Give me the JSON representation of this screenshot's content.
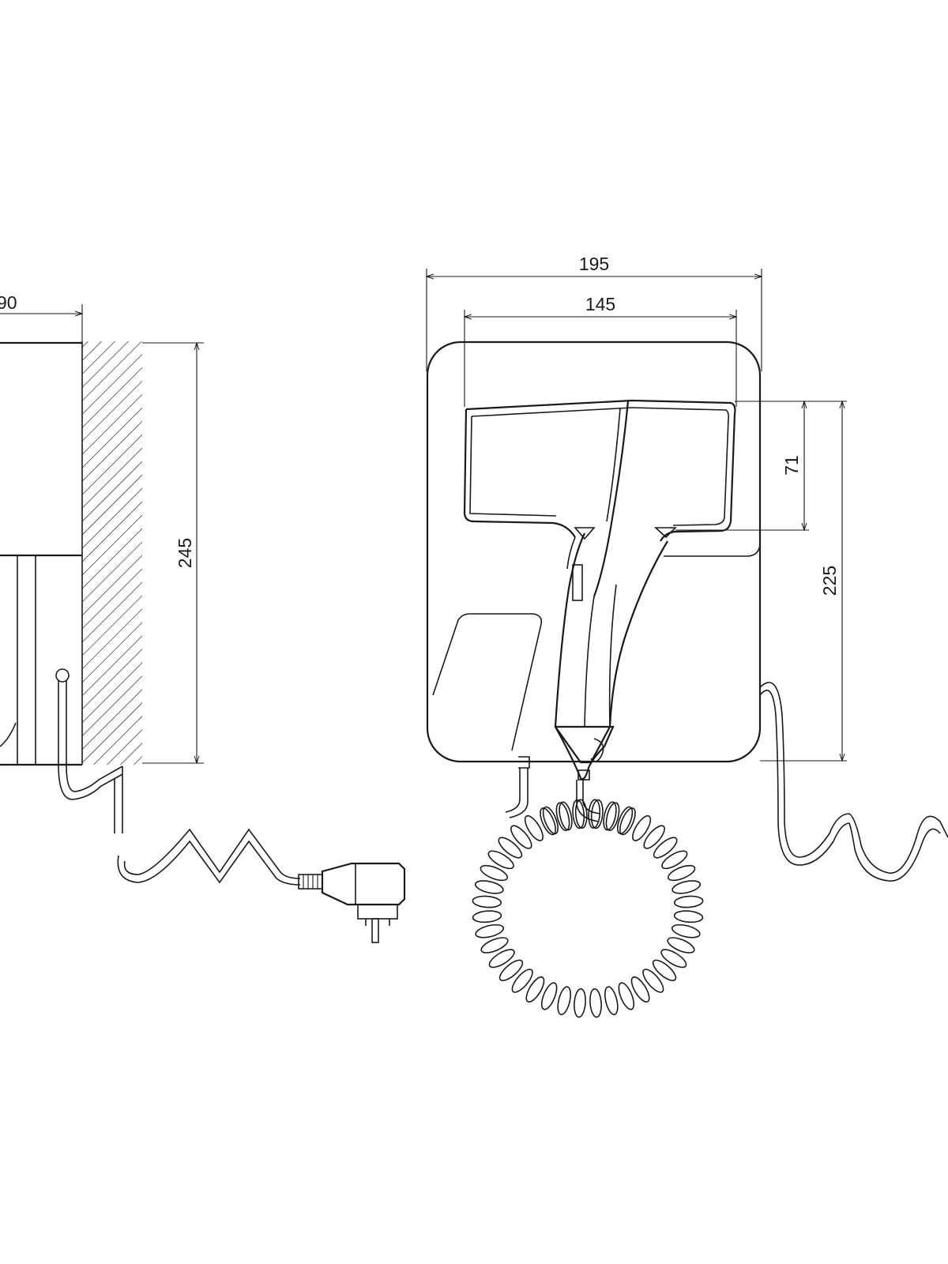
{
  "side_view": {
    "depth_label": "90",
    "height_label": "245"
  },
  "front_view": {
    "overall_width_label": "195",
    "dryer_width_label": "145",
    "head_height_label": "71",
    "holder_height_label": "225"
  },
  "colors": {
    "line": "#1a1a1a",
    "background": "#ffffff"
  }
}
